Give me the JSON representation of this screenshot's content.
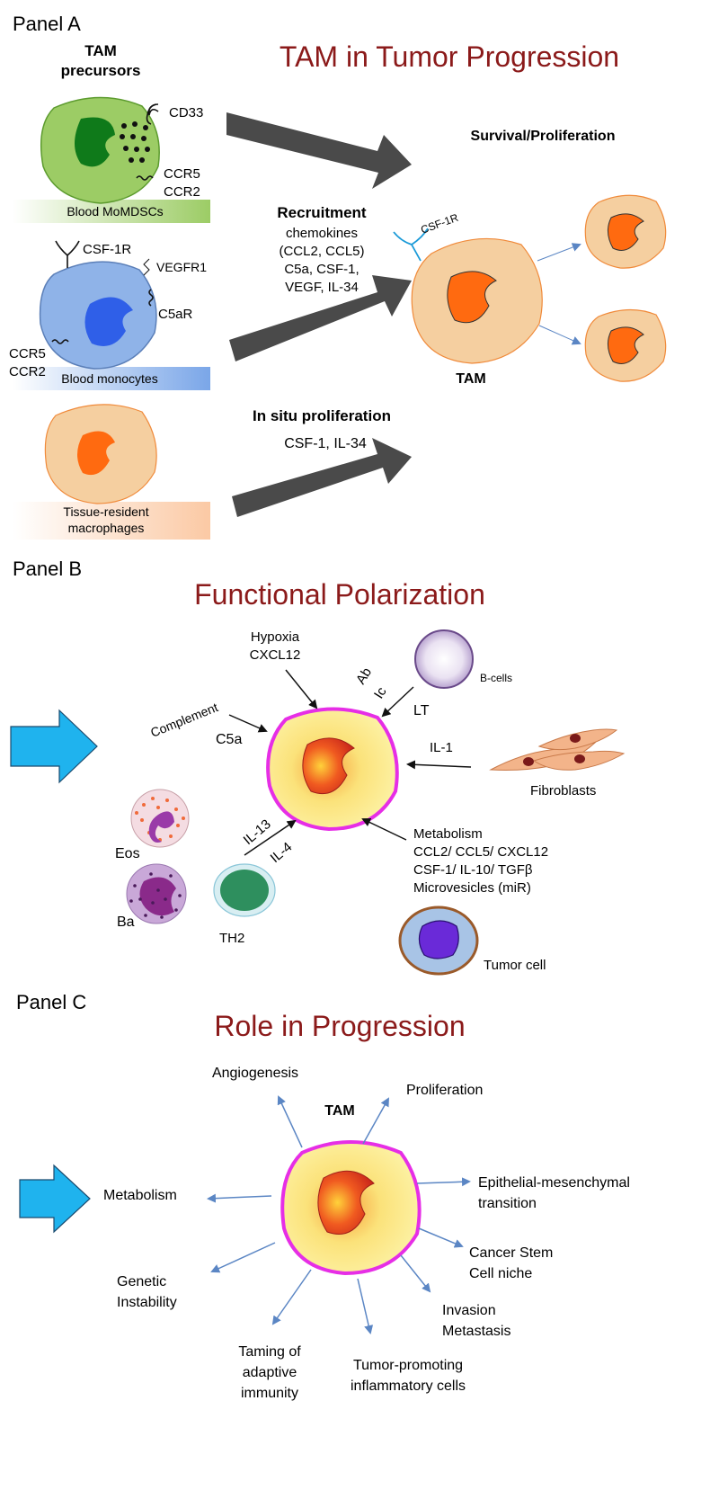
{
  "panel_a": {
    "label": "Panel A",
    "title": "TAM in Tumor Progression",
    "precursors_heading": [
      "TAM",
      "precursors"
    ],
    "cd33": "CD33",
    "ccr5_a": "CCR5",
    "ccr2_a": "CCR2",
    "momdsc_band": "Blood MoMDSCs",
    "csf1r": "CSF-1R",
    "vegfr1": "VEGFR1",
    "c5ar": "C5aR",
    "ccr5_b": "CCR5",
    "ccr2_b": "CCR2",
    "monocyte_band": "Blood monocytes",
    "resident_band": [
      "Tissue-resident",
      "macrophages"
    ],
    "survival": "Survival/Proliferation",
    "recruitment": "Recruitment",
    "recruitment_lines": [
      "chemokines",
      "(CCL2, CCL5)",
      "C5a, CSF-1,",
      "VEGF, IL-34"
    ],
    "tam_receptor": "CSF-1R",
    "tam_label": "TAM",
    "insitu": "In situ proliferation",
    "insitu_factors": "CSF-1, IL-34"
  },
  "panel_b": {
    "label": "Panel B",
    "title": "Functional Polarization",
    "hypoxia": [
      "Hypoxia",
      "CXCL12"
    ],
    "complement": "Complement",
    "c5a": "C5a",
    "ab": "Ab",
    "ic": "Ic",
    "lt": "LT",
    "bcells": "B-cells",
    "il1": "IL-1",
    "fibroblasts": "Fibroblasts",
    "il13": "IL-13",
    "il4": "IL-4",
    "eos": "Eos",
    "ba": "Ba",
    "th2": "TH2",
    "metabolism_lines": [
      "Metabolism",
      "CCL2/ CCL5/ CXCL12",
      "CSF-1/ IL-10/ TGFβ",
      "Microvesicles (miR)"
    ],
    "tumor_cell": "Tumor cell"
  },
  "panel_c": {
    "label": "Panel C",
    "title": "Role in Progression",
    "tam": "TAM",
    "angiogenesis": "Angiogenesis",
    "proliferation": "Proliferation",
    "metabolism": "Metabolism",
    "emt": [
      "Epithelial-mesenchymal",
      "transition"
    ],
    "csc": [
      "Cancer Stem",
      "Cell niche"
    ],
    "invasion": [
      "Invasion",
      "Metastasis"
    ],
    "genetic": [
      "Genetic",
      "Instability"
    ],
    "taming": [
      "Taming of",
      "adaptive",
      "immunity"
    ],
    "tumor_promoting": [
      "Tumor-promoting",
      "inflammatory cells"
    ]
  },
  "colors": {
    "title": "#8b1a1a",
    "momdsc": "#9ccc65",
    "monocyte": "#8fb3e8",
    "tam_body": "#f5cfa0",
    "tam_nucleus": "#ff6a10",
    "magenta_ring": "#e62ee6",
    "blue_arrow": "#1fb3ee",
    "gray_arrow": "#4a4a4a",
    "thin_arrow": "#5b86c4"
  }
}
